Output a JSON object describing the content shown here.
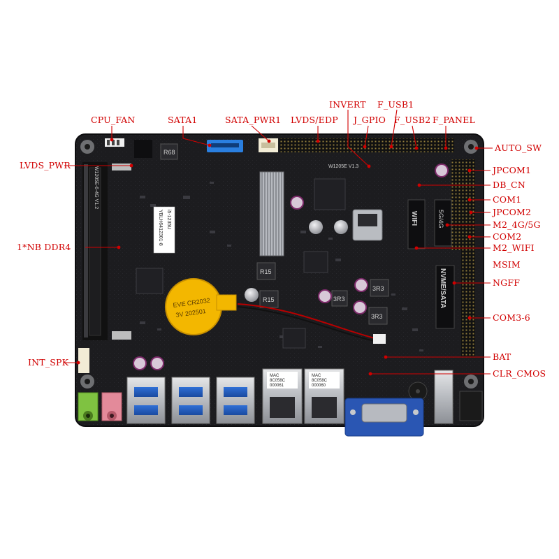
{
  "labels": {
    "cpu_fan": "CPU_FAN",
    "sata1": "SATA1",
    "sata_pwr1": "SATA_PWR1",
    "lvds_edp": "LVDS/EDP",
    "invert": "INVERT",
    "j_gpio": "J_GPIO",
    "f_usb1": "F_USB1",
    "f_usb2": "F_USB2",
    "f_panel": "F_PANEL",
    "auto_sw": "AUTO_SW",
    "lvds_pwr": "LVDS_PWR",
    "jpcom1": "JPCOM1",
    "db_cn": "DB_CN",
    "com1": "COM1",
    "jpcom2": "JPCOM2",
    "m2_4g5g": "M2_4G/5G",
    "com2": "COM2",
    "m2_wifi": "M2_WIFI",
    "msim": "MSIM",
    "ngff": "NGFF",
    "com3_6": "COM3-6",
    "ddr4": "1*NB DDR4",
    "int_spk": "INT_SPK",
    "bat": "BAT",
    "clr_cmos": "CLR_CMOS"
  },
  "silkscreen": {
    "wifi": "WIFI",
    "g54": "5G/4G",
    "nvme_sata": "NVME/SATA",
    "r68": "R68",
    "r15a": "R15",
    "r15b": "R15",
    "ind3r3a": "3R3",
    "ind3r3b": "3R3",
    "ind3r3c": "3R3",
    "board_model": "W1205E V1.3",
    "ddr_slot": "W1205E-6-4G V1.2",
    "sticker1": "YBLH6412301-8",
    "sticker2": "i5-1235U",
    "battery_line1": "EVE CR2032",
    "battery_line2": "3V 202501",
    "mac_line1": "MAC",
    "mac_line2": "8C058C",
    "mac_line3": "000061",
    "mac2_line1": "MAC",
    "mac2_line2": "8C058C",
    "mac2_line3": "000060"
  },
  "colors": {
    "label": "#d10000",
    "pcb": "#1c1c1f",
    "audio_green": "#7fc241",
    "audio_pink": "#e38a9a",
    "vga_blue": "#2a56b3",
    "sata_blue": "#2a7fe0",
    "battery_yellow": "#f3b700"
  }
}
